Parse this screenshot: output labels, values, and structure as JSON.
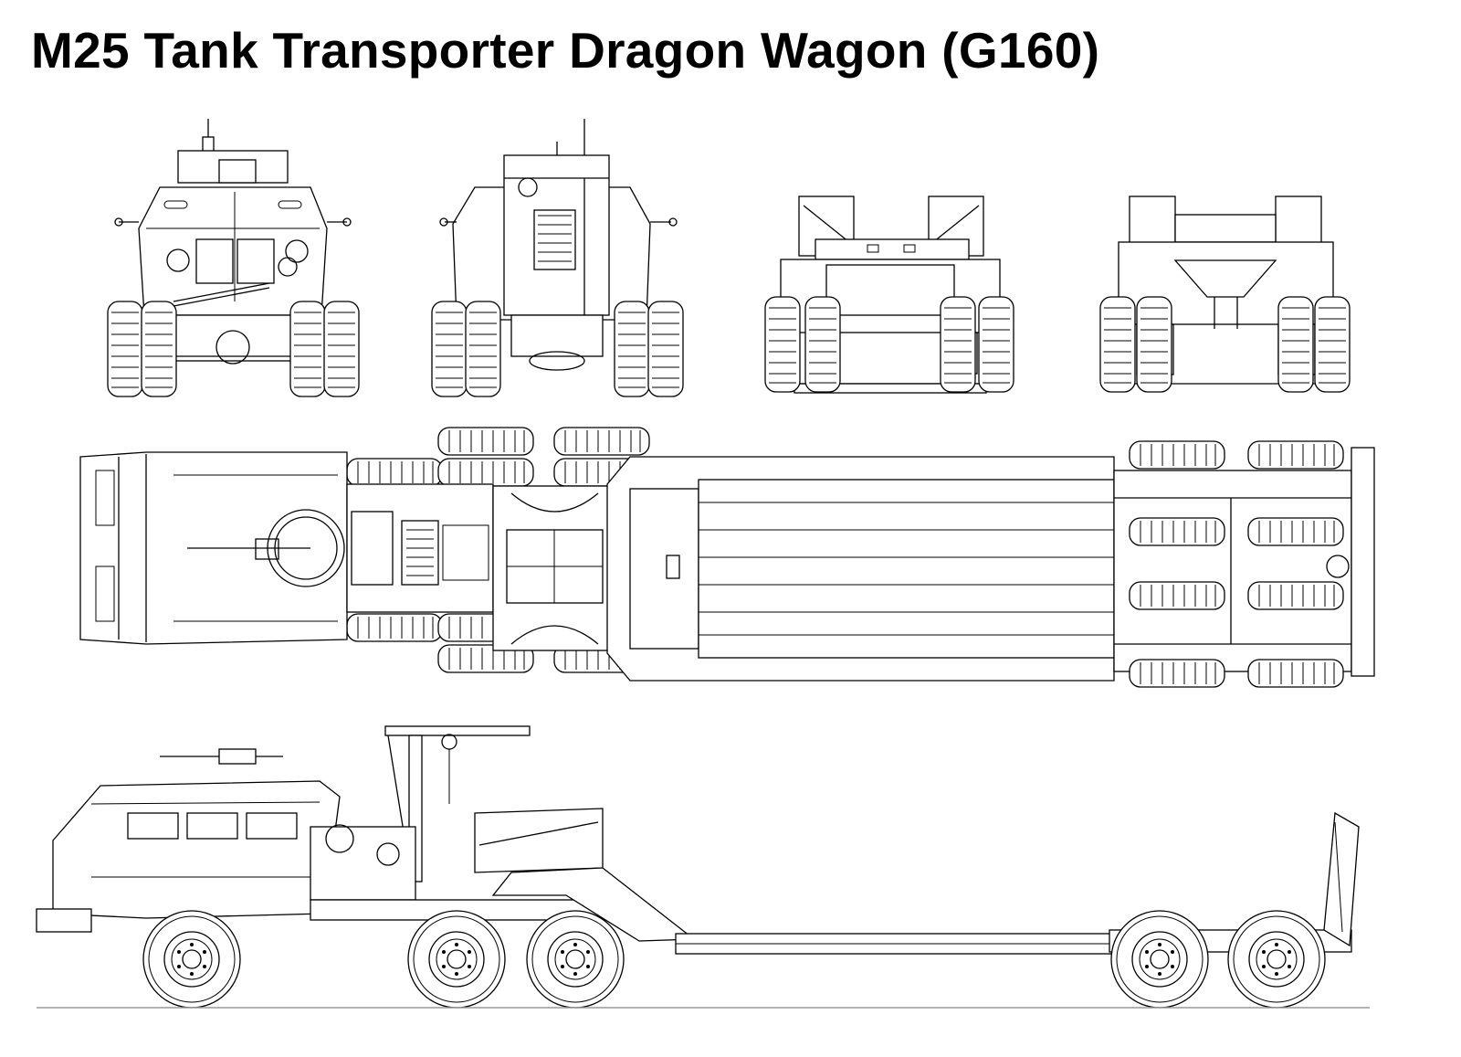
{
  "title": "M25 Tank Transporter Dragon Wagon (G160)",
  "views": [
    {
      "name": "front-view"
    },
    {
      "name": "rear-view-tractor"
    },
    {
      "name": "front-view-trailer"
    },
    {
      "name": "rear-view-trailer"
    },
    {
      "name": "top-view"
    },
    {
      "name": "side-view"
    }
  ]
}
